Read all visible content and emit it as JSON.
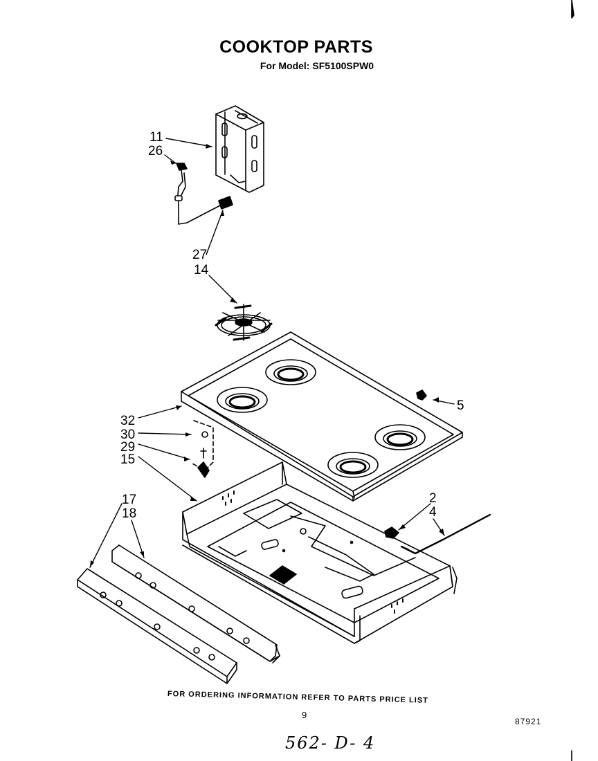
{
  "diagram": {
    "title": "COOKTOP PARTS",
    "model_line": "For Model: SF5100SPW0",
    "footer_note": "FOR ORDERING INFORMATION REFER TO PARTS PRICE LIST",
    "page_number": "9",
    "reference_number": "87921",
    "handwritten_note": "562- D- 4"
  },
  "parts": {
    "callout_11": "11",
    "callout_26": "26",
    "callout_27": "27",
    "callout_14": "14",
    "callout_5": "5",
    "callout_32": "32",
    "callout_30": "30",
    "callout_29": "29",
    "callout_15": "15",
    "callout_2": "2",
    "callout_4": "4",
    "callout_17": "17",
    "callout_18": "18"
  }
}
